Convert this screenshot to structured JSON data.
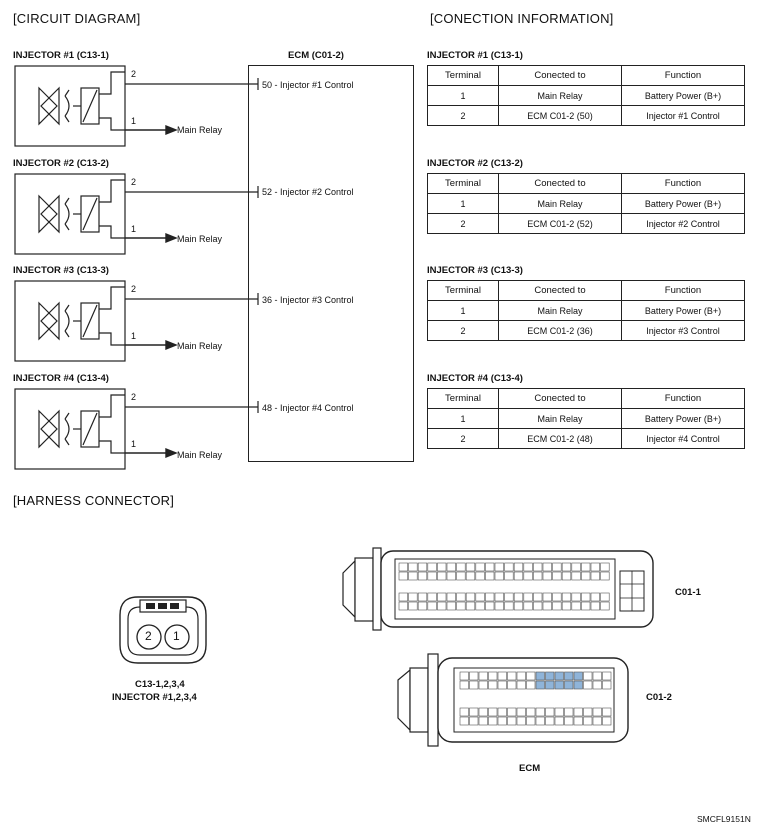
{
  "titles": {
    "circuit": "[CIRCUIT DIAGRAM]",
    "connection": "[CONECTION INFORMATION]",
    "harness": "[HARNESS CONNECTOR]"
  },
  "ecm": {
    "label": "ECM (C01-2)"
  },
  "injectors": [
    {
      "title": "INJECTOR #1 (C13-1)",
      "pin_top": "2",
      "pin_bottom": "1",
      "relay": "Main Relay",
      "ecm_pin": "50 - Injector #1 Control"
    },
    {
      "title": "INJECTOR #2 (C13-2)",
      "pin_top": "2",
      "pin_bottom": "1",
      "relay": "Main Relay",
      "ecm_pin": "52 - Injector #2 Control"
    },
    {
      "title": "INJECTOR #3 (C13-3)",
      "pin_top": "2",
      "pin_bottom": "1",
      "relay": "Main Relay",
      "ecm_pin": "36 - Injector #3 Control"
    },
    {
      "title": "INJECTOR #4 (C13-4)",
      "pin_top": "2",
      "pin_bottom": "1",
      "relay": "Main Relay",
      "ecm_pin": "48 - Injector #4 Control"
    }
  ],
  "table_headers": [
    "Terminal",
    "Conected to",
    "Function"
  ],
  "tables": [
    {
      "title": "INJECTOR #1 (C13-1)",
      "rows": [
        [
          "1",
          "Main Relay",
          "Battery Power (B+)"
        ],
        [
          "2",
          "ECM C01-2 (50)",
          "Injector #1 Control"
        ]
      ]
    },
    {
      "title": "INJECTOR #2 (C13-2)",
      "rows": [
        [
          "1",
          "Main Relay",
          "Battery Power (B+)"
        ],
        [
          "2",
          "ECM C01-2 (52)",
          "Injector #2 Control"
        ]
      ]
    },
    {
      "title": "INJECTOR #3 (C13-3)",
      "rows": [
        [
          "1",
          "Main Relay",
          "Battery Power (B+)"
        ],
        [
          "2",
          "ECM C01-2 (36)",
          "Injector #3 Control"
        ]
      ]
    },
    {
      "title": "INJECTOR #4 (C13-4)",
      "rows": [
        [
          "1",
          "Main Relay",
          "Battery Power (B+)"
        ],
        [
          "2",
          "ECM C01-2 (48)",
          "Injector #4 Control"
        ]
      ]
    }
  ],
  "harness": {
    "injector_conn_pins": [
      "2",
      "1"
    ],
    "injector_conn_label1": "C13-1,2,3,4",
    "injector_conn_label2": "INJECTOR #1,2,3,4",
    "c01_1_label": "C01-1",
    "c01_2_label": "C01-2",
    "ecm_label": "ECM"
  },
  "ref_code": "SMCFL9151N",
  "colors": {
    "pin_highlight": "#8fb4d9",
    "line": "#222222"
  }
}
